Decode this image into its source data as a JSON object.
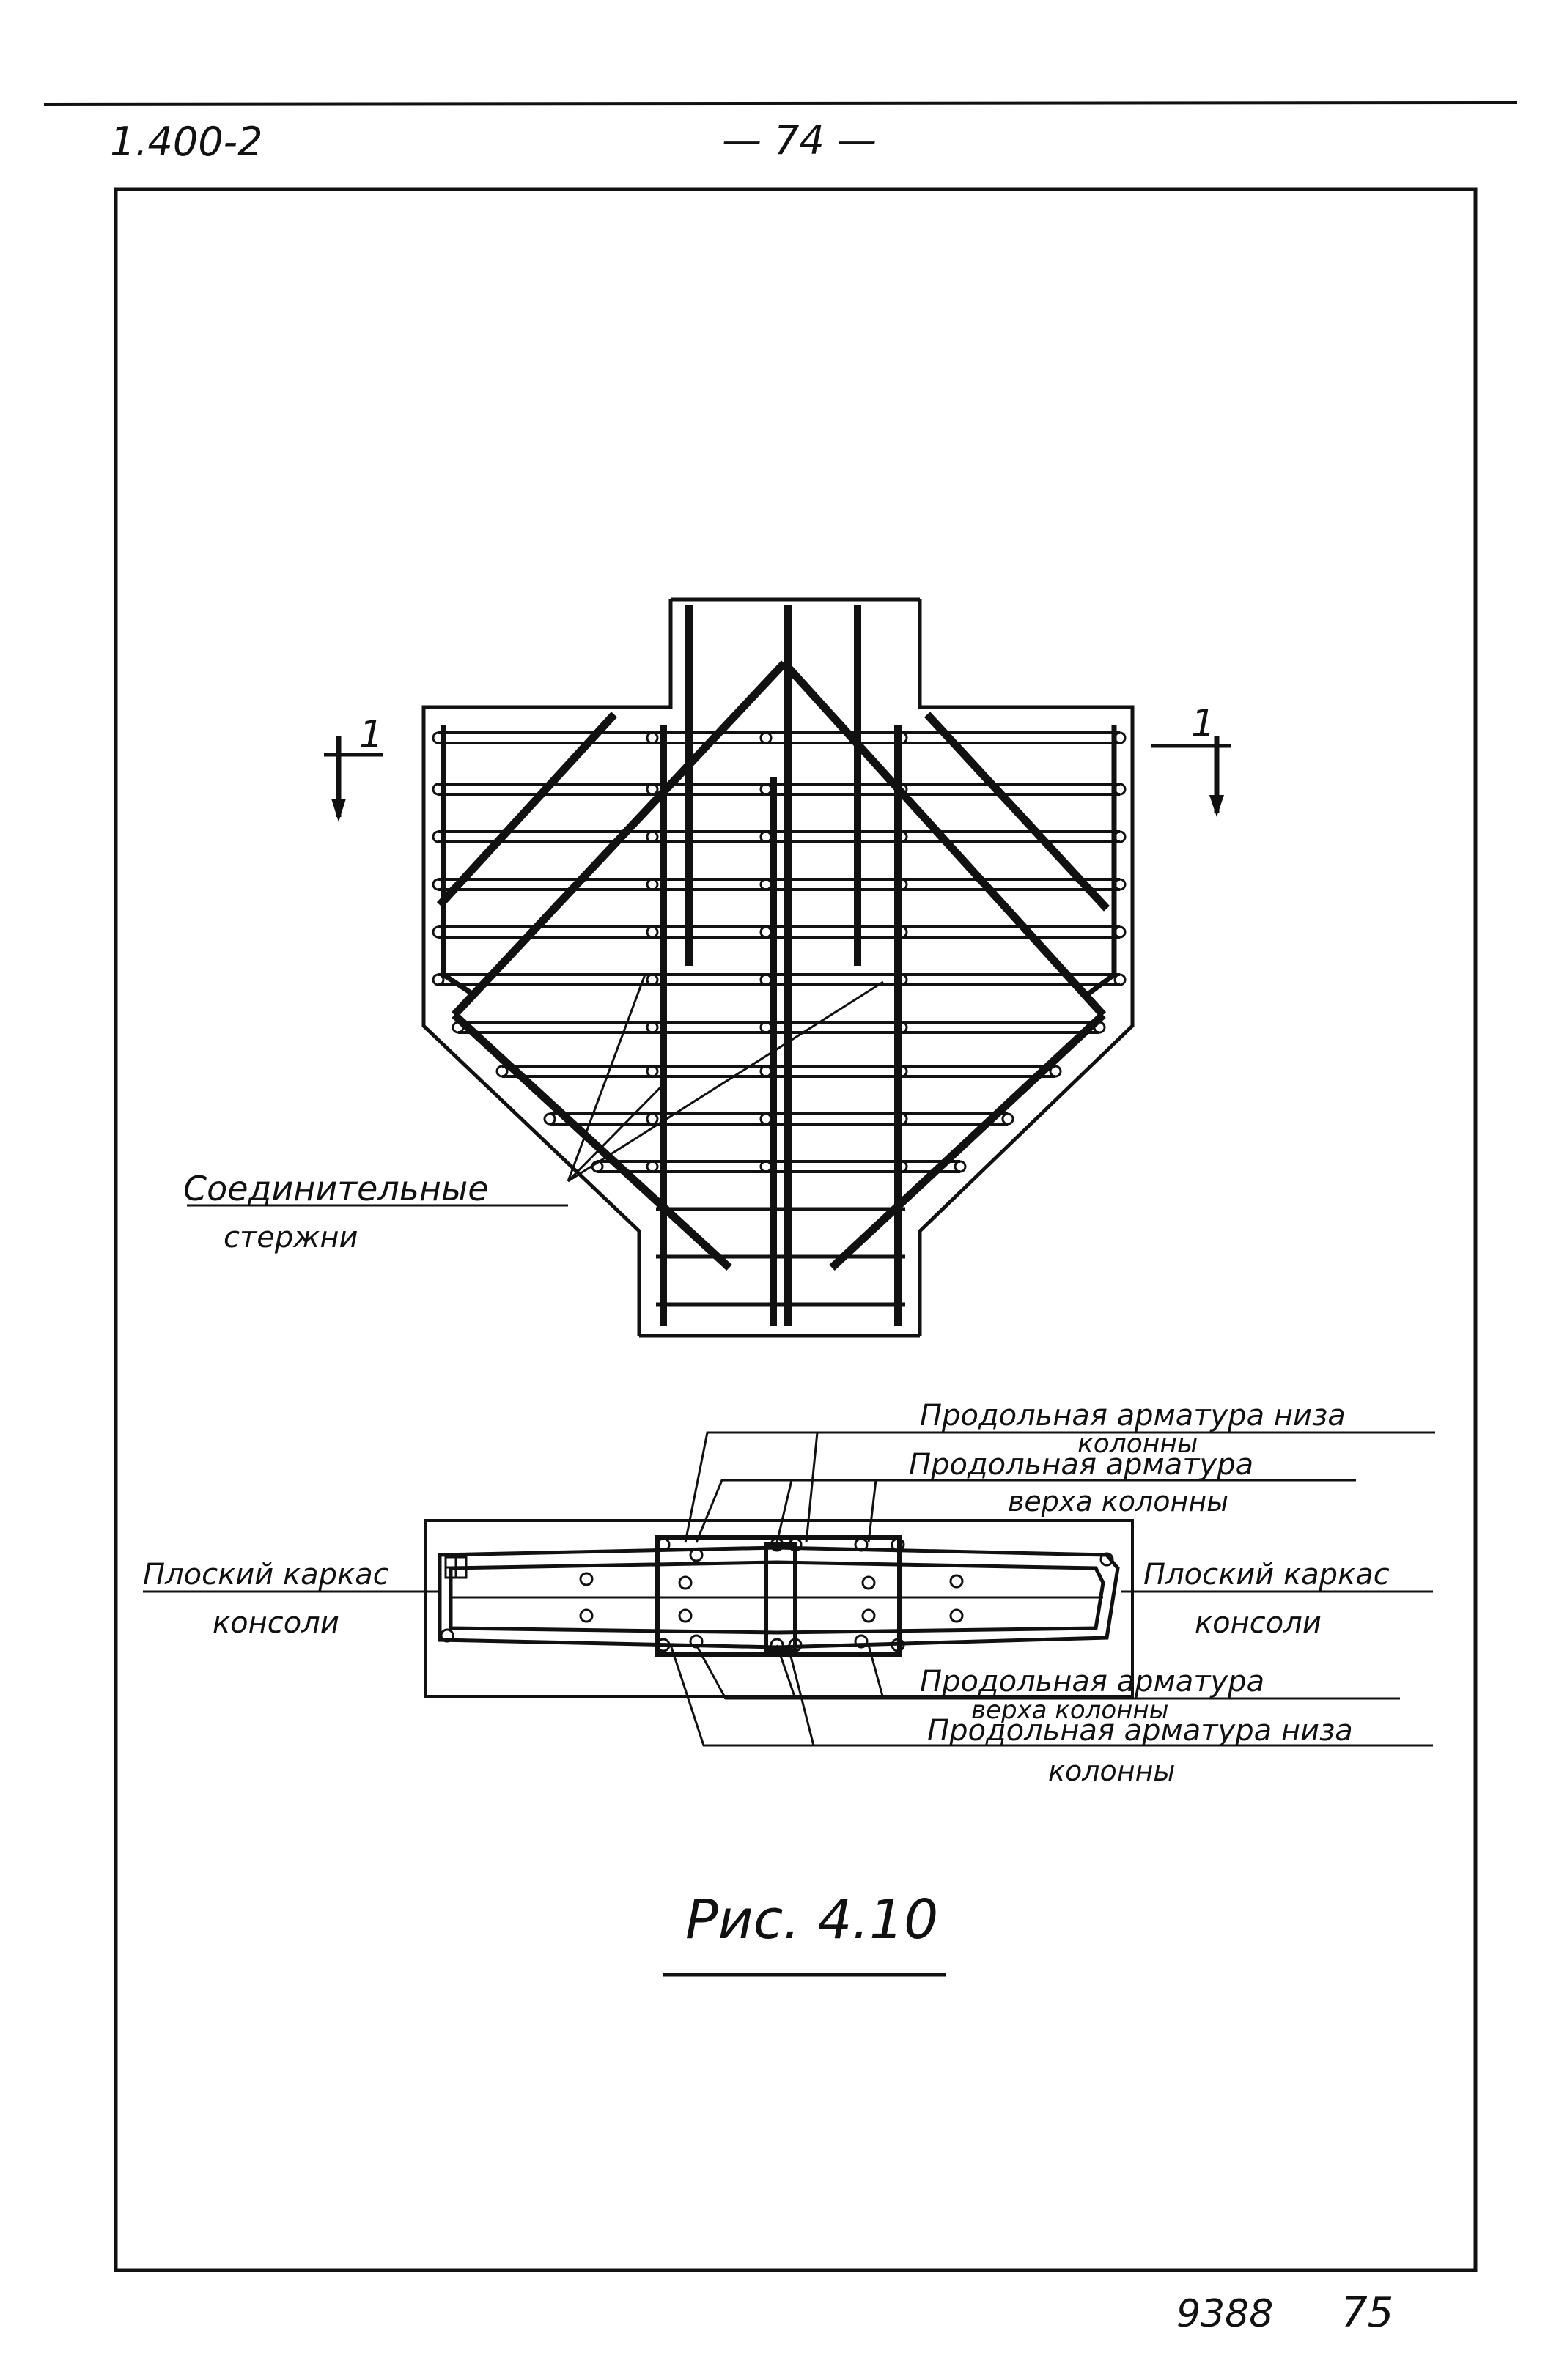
{
  "header": {
    "doc_code": "1.400-2",
    "page_number": "— 74 —"
  },
  "section_marks": {
    "left": "1",
    "right": "1"
  },
  "elevation": {
    "connecting_bars_label_line1": "Соединительные",
    "connecting_bars_label_line2": "стержни"
  },
  "plan": {
    "top_callout_lower_line1": "Продольная арматура низа",
    "top_callout_lower_line2": "колонны",
    "top_callout_upper_line1": "Продольная арматура",
    "top_callout_upper_line2": "верха колонны",
    "left_frame_line1": "Плоский каркас",
    "left_frame_line2": "консоли",
    "right_frame_line1": "Плоский каркас",
    "right_frame_line2": "консоли",
    "bottom_callout_upper_line1": "Продольная арматура",
    "bottom_callout_upper_line2": "верха колонны",
    "bottom_callout_lower_line1": "Продольная арматура низа",
    "bottom_callout_lower_line2": "колонны"
  },
  "figure": {
    "caption": "Рис. 4.10"
  },
  "footer": {
    "sheet_number": "9388",
    "page_number": "75"
  },
  "colors": {
    "ink": "#111111",
    "paper": "#ffffff"
  }
}
